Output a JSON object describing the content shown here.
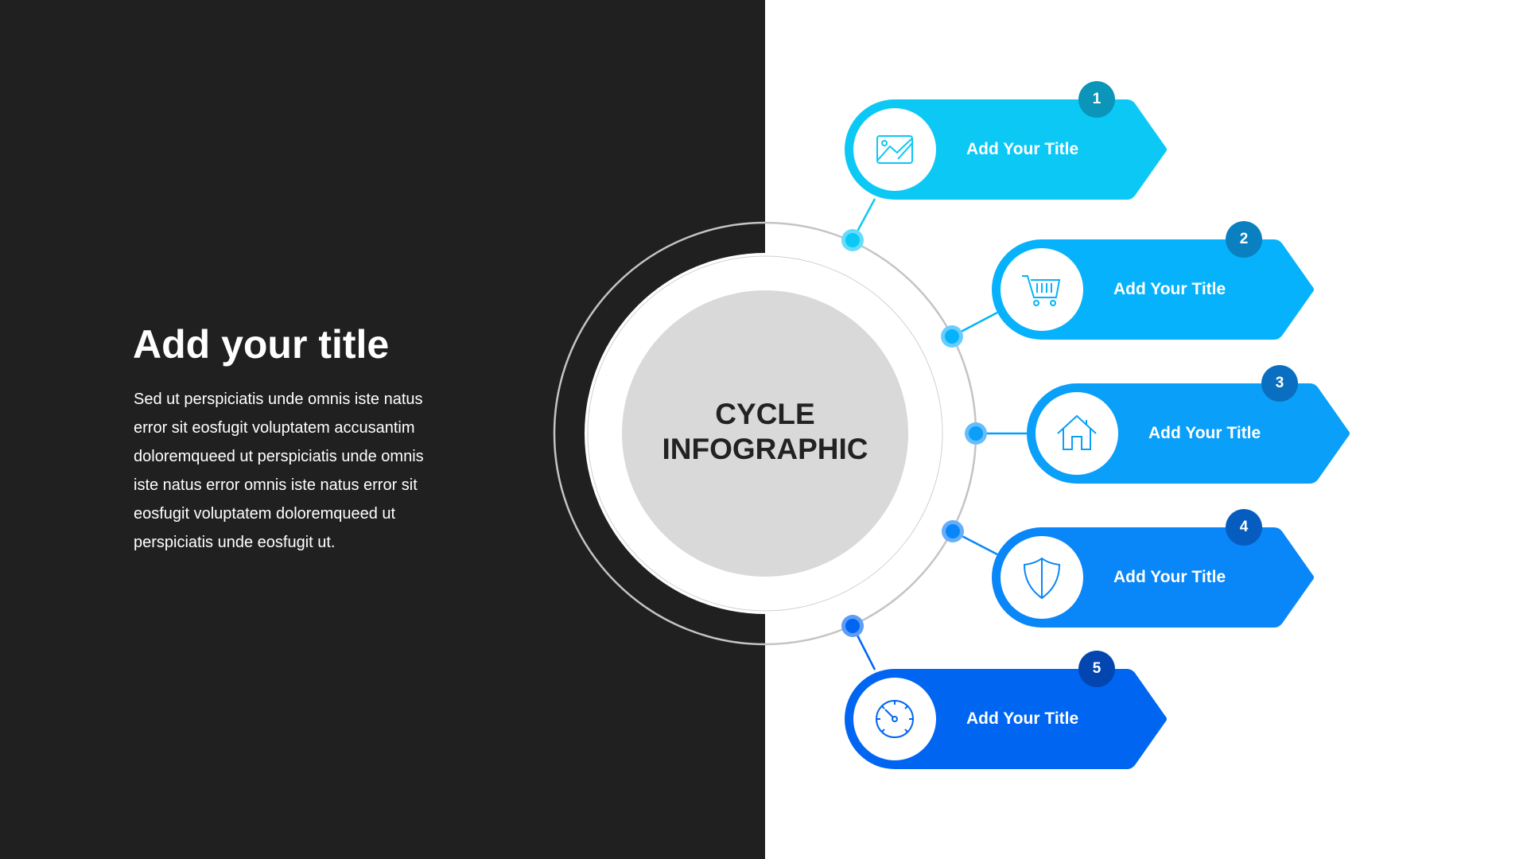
{
  "left": {
    "title": "Add your title",
    "body_lines": [
      "Sed ut perspiciatis unde omnis iste natus",
      "error sit eosfugit voluptatem accusantim",
      "doloremqueed ut perspiciatis unde omnis",
      "iste natus error omnis iste natus error sit",
      "eosfugit voluptatem doloremqueed ut",
      "perspiciatis unde eosfugit ut."
    ]
  },
  "center": {
    "line1": "CYCLE",
    "line2": "INFOGRAPHIC"
  },
  "steps": [
    {
      "number": "1",
      "title": "Add Your Title",
      "icon": "image-icon",
      "color": "#0bc8f5",
      "badge_color": "#0a95b9",
      "dot_color": "#66dcfb"
    },
    {
      "number": "2",
      "title": "Add Your Title",
      "icon": "shopping-cart-icon",
      "color": "#06b2fb",
      "badge_color": "#0a80c0",
      "dot_color": "#66cdfd"
    },
    {
      "number": "3",
      "title": "Add Your Title",
      "icon": "home-icon",
      "color": "#0a9ff8",
      "badge_color": "#0a6fc0",
      "dot_color": "#66bdfb"
    },
    {
      "number": "4",
      "title": "Add Your Title",
      "icon": "shield-icon",
      "color": "#0986f8",
      "badge_color": "#075dbf",
      "dot_color": "#66aefb"
    },
    {
      "number": "5",
      "title": "Add Your Title",
      "icon": "speedometer-icon",
      "color": "#0066f2",
      "badge_color": "#0446b0",
      "dot_color": "#5e9cf7"
    }
  ]
}
